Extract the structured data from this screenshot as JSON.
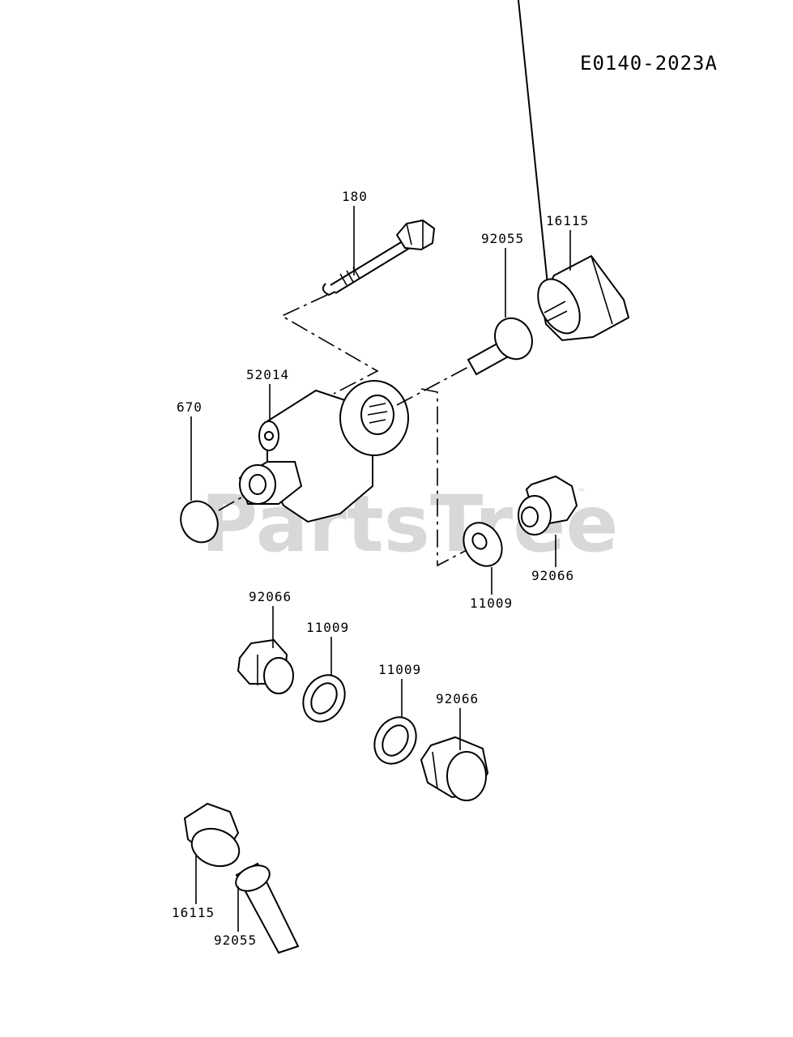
{
  "diagram_code": "E0140-2023A",
  "watermark": {
    "text": "PartsTree",
    "trademark": "™"
  },
  "callouts": [
    {
      "id": "c180",
      "text": "180"
    },
    {
      "id": "c16115a",
      "text": "16115"
    },
    {
      "id": "c92055a",
      "text": "92055"
    },
    {
      "id": "c52014",
      "text": "52014"
    },
    {
      "id": "c670",
      "text": "670"
    },
    {
      "id": "c92066a",
      "text": "92066"
    },
    {
      "id": "c11009a",
      "text": "11009"
    },
    {
      "id": "c92066b",
      "text": "92066"
    },
    {
      "id": "c11009b",
      "text": "11009"
    },
    {
      "id": "c11009c",
      "text": "11009"
    },
    {
      "id": "c92066c",
      "text": "92066"
    },
    {
      "id": "c16115b",
      "text": "16115"
    },
    {
      "id": "c92055b",
      "text": "92055"
    }
  ]
}
